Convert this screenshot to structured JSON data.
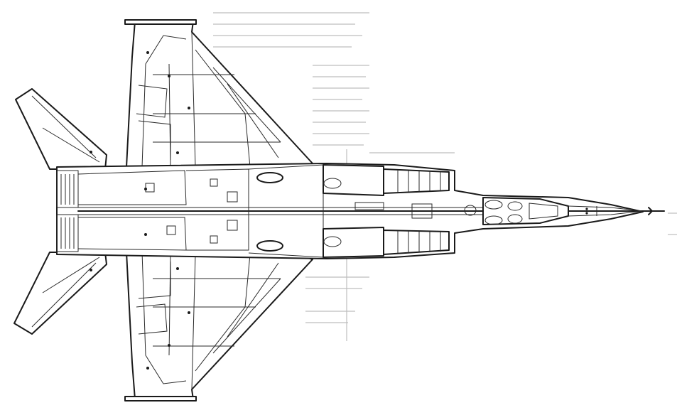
{
  "figure": {
    "subject": "aircraft-planform",
    "view": "top",
    "style": "line-art",
    "colors": {
      "ink": "#1a1a1a",
      "paper": "#ffffff",
      "bleed": "#bdbdbd"
    }
  }
}
